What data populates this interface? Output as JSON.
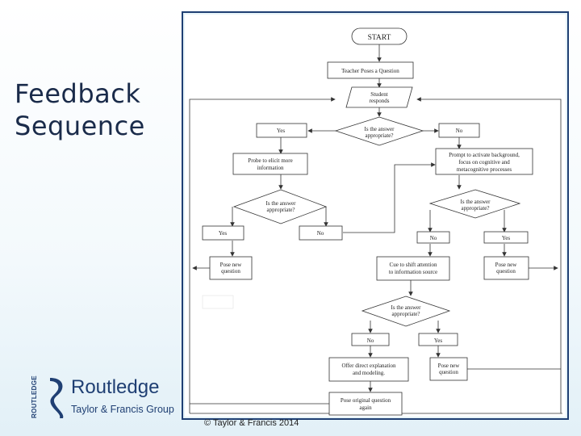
{
  "slide": {
    "title": "Feedback\nSequence"
  },
  "logo": {
    "vertical_text": "ROUTLEDGE",
    "name": "Routledge",
    "sub": "Taylor & Francis Group"
  },
  "footer": {
    "copyright": "© Taylor & Francis 2014"
  },
  "flowchart": {
    "start": "START",
    "teacher_poses": "Teacher Poses a Question",
    "student_responds": [
      "Student",
      "responds"
    ],
    "q1": [
      "Is the answer",
      "appropriate?"
    ],
    "yes1": "Yes",
    "no1": "No",
    "probe": [
      "Probe to elicit more",
      "information"
    ],
    "prompt": [
      "Prompt to activate background,",
      "focus on cognitive and",
      "metacognitive processes"
    ],
    "q2": [
      "Is the answer",
      "appropriate?"
    ],
    "yes2": "Yes",
    "no2": "No",
    "q3": [
      "Is the answer",
      "appropriate?"
    ],
    "no3": "No",
    "yes3": "Yes",
    "pose_new_left": [
      "Pose new",
      "question"
    ],
    "cue": [
      "Cue to shift attention",
      "to information source"
    ],
    "pose_new_right": [
      "Pose new",
      "question"
    ],
    "q4": [
      "Is the answer",
      "appropriate?"
    ],
    "no4": "No",
    "yes4": "Yes",
    "offer": [
      "Offer direct explanation",
      "and modeling."
    ],
    "pose_new_bottom": [
      "Pose new",
      "question"
    ],
    "pose_original": [
      "Pose original question",
      "again"
    ]
  }
}
